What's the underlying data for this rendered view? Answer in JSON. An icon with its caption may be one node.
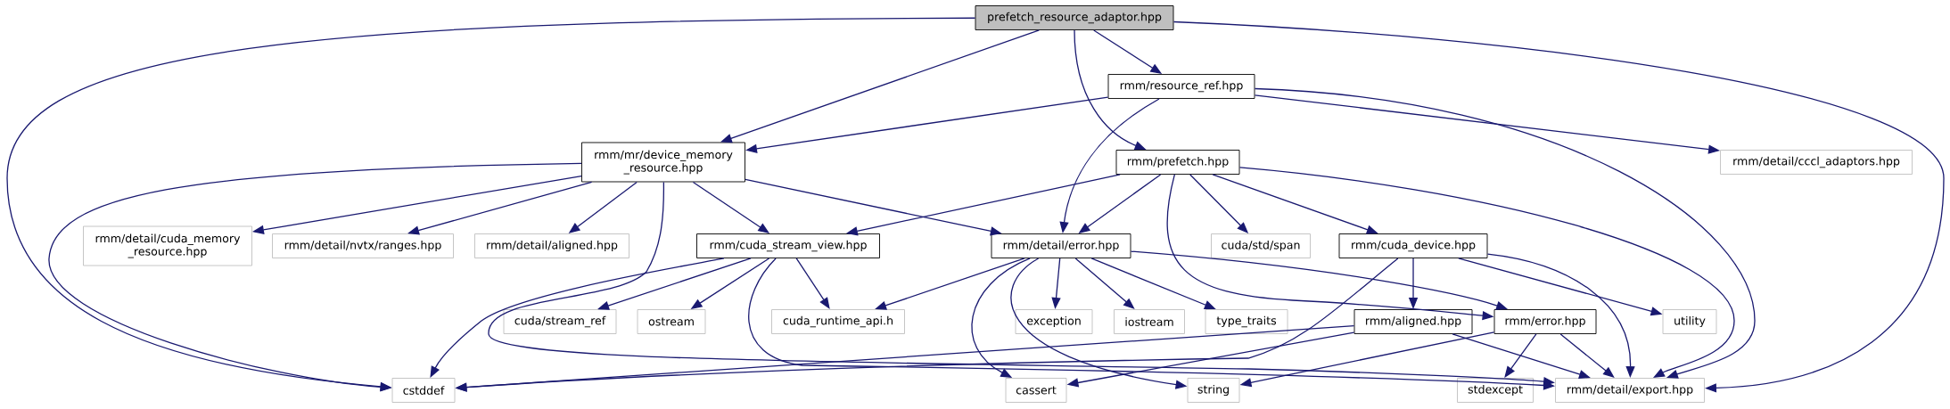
{
  "diagram": {
    "nodes": [
      {
        "text": [
          "prefetch_resource_adaptor.hpp"
        ]
      },
      {
        "text": [
          "rmm/resource_ref.hpp"
        ]
      },
      {
        "text": [
          "rmm/mr/device_memory _resource.hpp"
        ]
      },
      {
        "text": [
          "rmm/detail/cccl_adaptors.hpp"
        ]
      },
      {
        "text": [
          "rmm/prefetch.hpp"
        ]
      },
      {
        "text": [
          "rmm/detail/cuda_memory _resource.hpp"
        ]
      },
      {
        "text": [
          "rmm/detail/nvtx/ranges.hpp"
        ]
      },
      {
        "text": [
          "rmm/detail/aligned.hpp"
        ]
      },
      {
        "text": [
          "rmm/cuda_stream_view.hpp"
        ]
      },
      {
        "text": [
          "rmm/detail/error.hpp"
        ]
      },
      {
        "text": [
          "cuda/std/span"
        ]
      },
      {
        "text": [
          "rmm/cuda_device.hpp"
        ]
      },
      {
        "text": [
          "cuda/stream_ref"
        ]
      },
      {
        "text": [
          "ostream"
        ]
      },
      {
        "text": [
          "cuda_runtime_api.h"
        ]
      },
      {
        "text": [
          "exception"
        ]
      },
      {
        "text": [
          "iostream"
        ]
      },
      {
        "text": [
          "type_traits"
        ]
      },
      {
        "text": [
          "rmm/aligned.hpp"
        ]
      },
      {
        "text": [
          "rmm/error.hpp"
        ]
      },
      {
        "text": [
          "utility"
        ]
      },
      {
        "text": [
          "cstddef"
        ]
      },
      {
        "text": [
          "cassert"
        ]
      },
      {
        "text": [
          "string"
        ]
      },
      {
        "text": [
          "stdexcept"
        ]
      },
      {
        "text": [
          "rmm/detail/export.hpp"
        ]
      }
    ],
    "edges": [
      {
        "from": 0,
        "to": 21,
        "arrow": "to"
      },
      {
        "from": 0,
        "to": 2,
        "arrow": "to"
      },
      {
        "from": 0,
        "to": 1,
        "arrow": "to"
      },
      {
        "from": 0,
        "to": 4,
        "arrow": "to"
      },
      {
        "from": 0,
        "to": 25,
        "arrow": "to"
      },
      {
        "from": 1,
        "to": 2,
        "arrow": "to"
      },
      {
        "from": 1,
        "to": 3,
        "arrow": "to"
      },
      {
        "from": 1,
        "to": 9,
        "arrow": "to"
      },
      {
        "from": 1,
        "to": 25,
        "arrow": "to"
      },
      {
        "from": 2,
        "to": 21,
        "arrow": "to"
      },
      {
        "from": 2,
        "to": 5,
        "arrow": "to"
      },
      {
        "from": 2,
        "to": 6,
        "arrow": "to"
      },
      {
        "from": 2,
        "to": 7,
        "arrow": "to"
      },
      {
        "from": 2,
        "to": 8,
        "arrow": "to"
      },
      {
        "from": 2,
        "to": 9,
        "arrow": "to"
      },
      {
        "from": 2,
        "to": 25,
        "arrow": "to"
      },
      {
        "from": 4,
        "to": 8,
        "arrow": "to"
      },
      {
        "from": 4,
        "to": 9,
        "arrow": "to"
      },
      {
        "from": 4,
        "to": 10,
        "arrow": "to"
      },
      {
        "from": 4,
        "to": 11,
        "arrow": "to"
      },
      {
        "from": 4,
        "to": 19,
        "arrow": "to"
      },
      {
        "from": 4,
        "to": 25,
        "arrow": "to"
      },
      {
        "from": 8,
        "to": 21,
        "arrow": "to"
      },
      {
        "from": 8,
        "to": 12,
        "arrow": "to"
      },
      {
        "from": 8,
        "to": 13,
        "arrow": "to"
      },
      {
        "from": 8,
        "to": 14,
        "arrow": "to"
      },
      {
        "from": 8,
        "to": 25,
        "arrow": "to"
      },
      {
        "from": 9,
        "to": 14,
        "arrow": "to"
      },
      {
        "from": 9,
        "to": 15,
        "arrow": "to"
      },
      {
        "from": 9,
        "to": 16,
        "arrow": "to"
      },
      {
        "from": 9,
        "to": 17,
        "arrow": "to"
      },
      {
        "from": 9,
        "to": 19,
        "arrow": "to"
      },
      {
        "from": 9,
        "to": 22,
        "arrow": "to"
      },
      {
        "from": 9,
        "to": 23,
        "arrow": "to"
      },
      {
        "from": 11,
        "to": 18,
        "arrow": "to"
      },
      {
        "from": 11,
        "to": 20,
        "arrow": "to"
      },
      {
        "from": 11,
        "to": 25,
        "arrow": "to"
      },
      {
        "from": 11,
        "to": 21,
        "arrow": "to"
      },
      {
        "from": 18,
        "to": 21,
        "arrow": "to"
      },
      {
        "from": 18,
        "to": 22,
        "arrow": "to"
      },
      {
        "from": 18,
        "to": 25,
        "arrow": "to"
      },
      {
        "from": 19,
        "to": 24,
        "arrow": "to"
      },
      {
        "from": 19,
        "to": 23,
        "arrow": "to"
      },
      {
        "from": 19,
        "to": 25,
        "arrow": "to"
      }
    ]
  }
}
